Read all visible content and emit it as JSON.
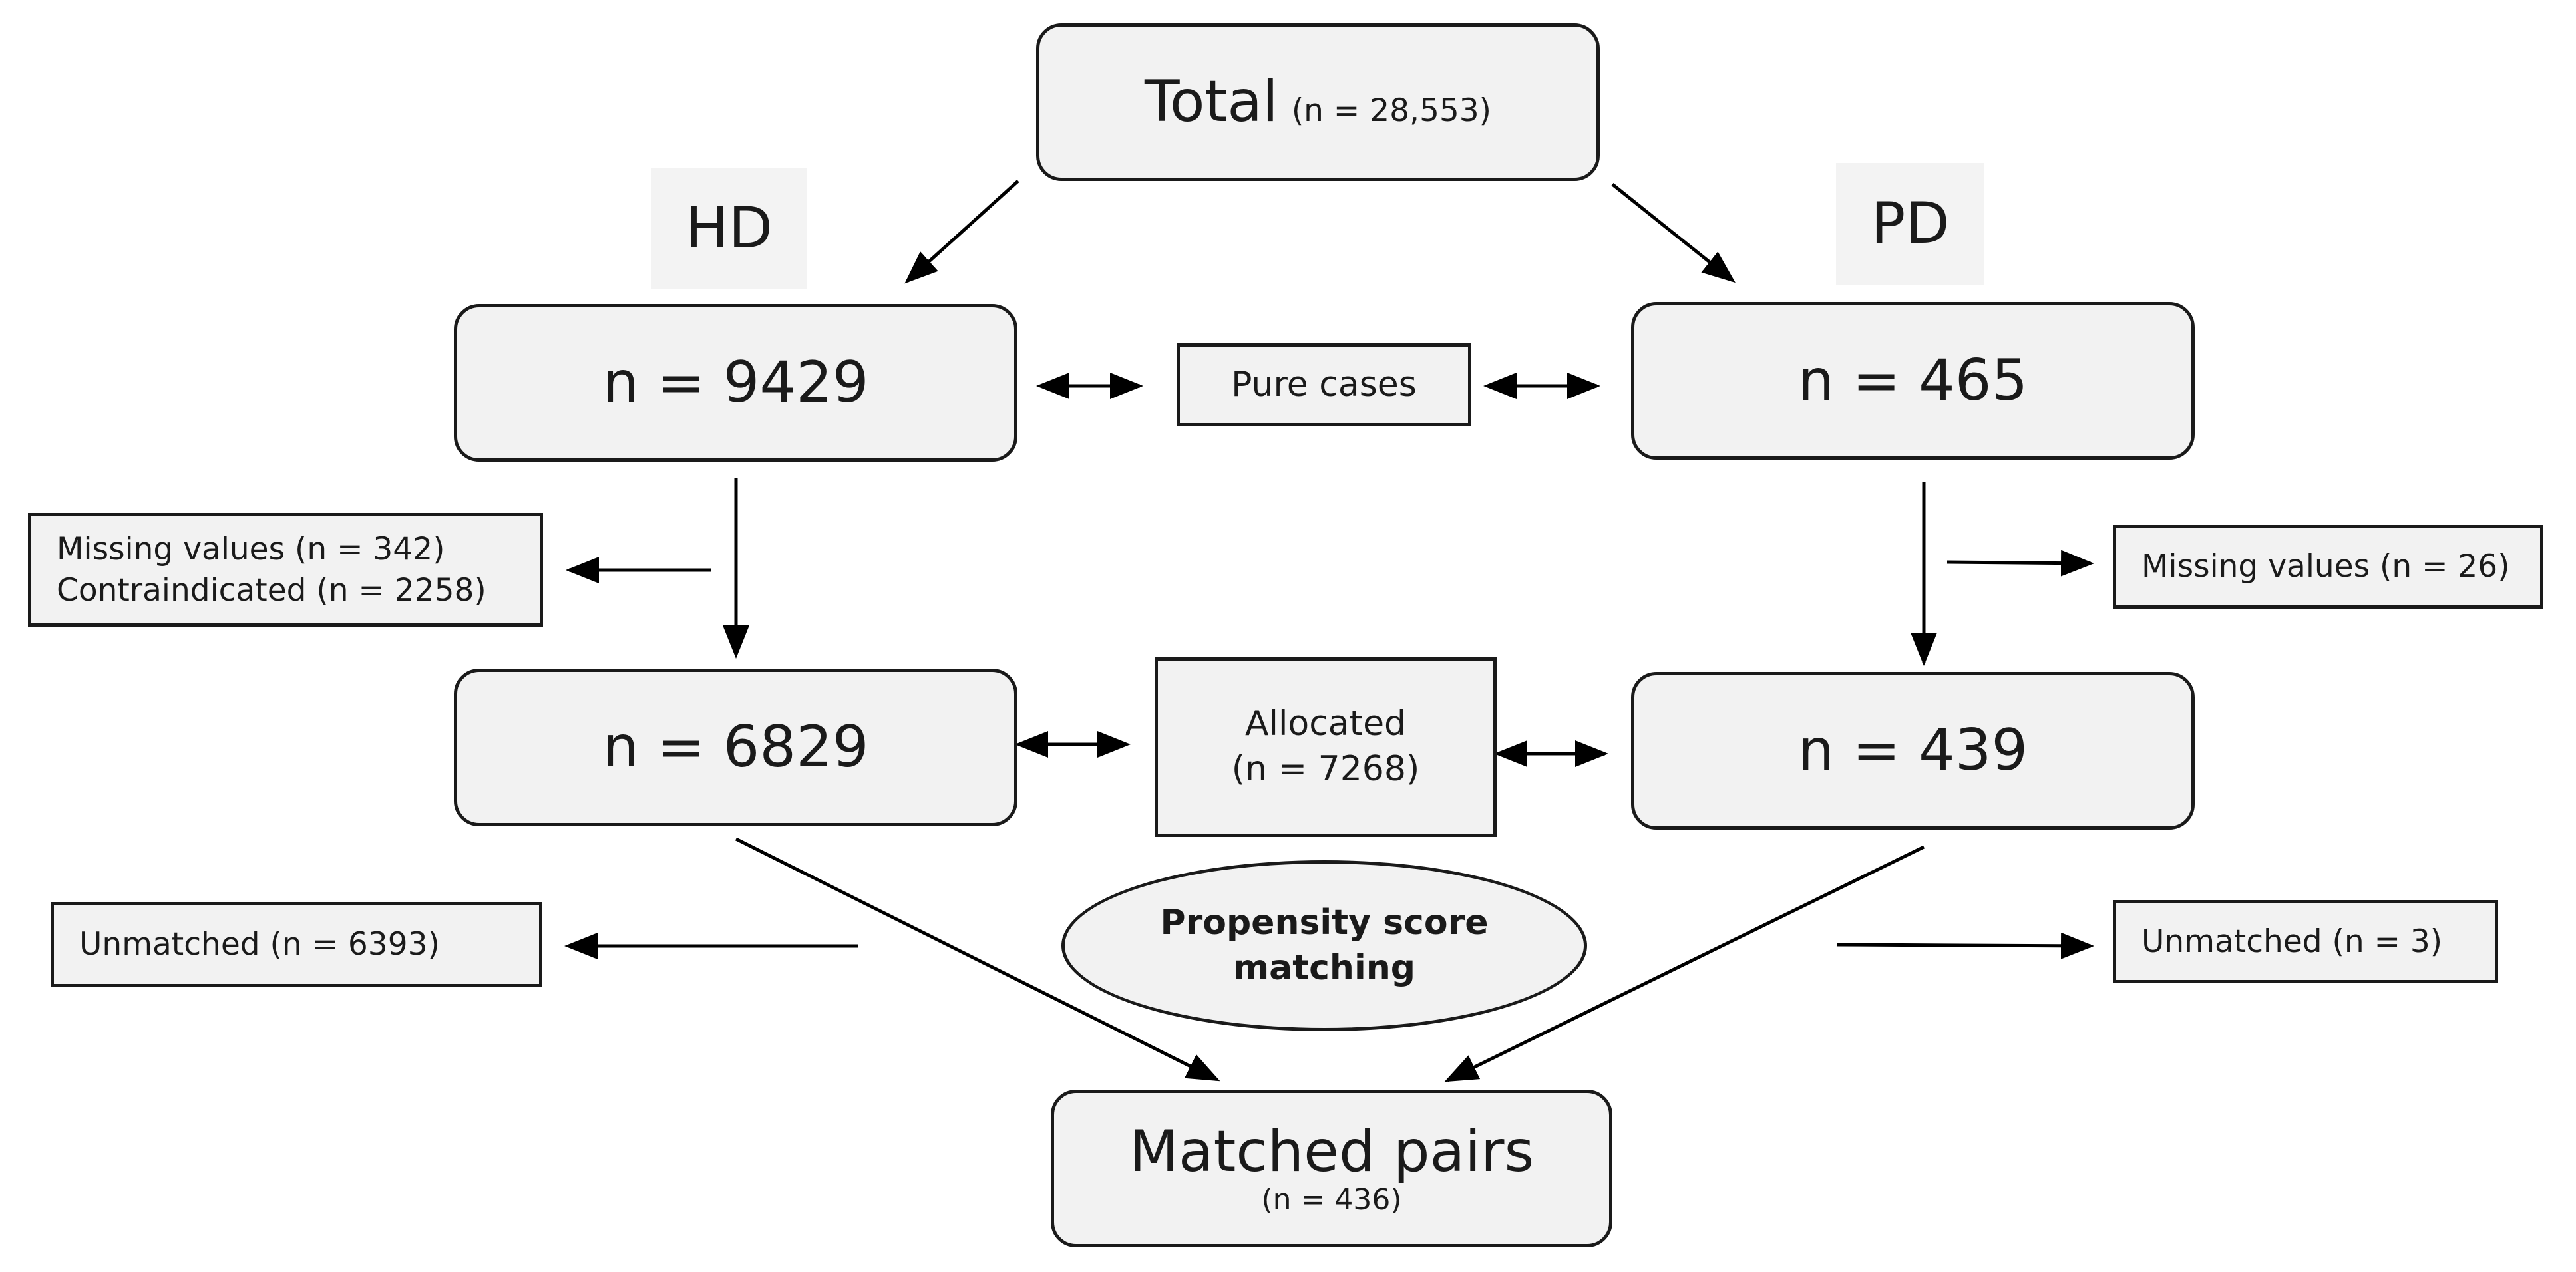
{
  "total": {
    "title": "Total",
    "count": "(n = 28,553)"
  },
  "groups": {
    "hd": {
      "label": "HD",
      "initial": "n = 9429",
      "after_exclusion": "n = 6829",
      "excluded": [
        "Missing values (n = 342)",
        "Contraindicated (n = 2258)"
      ],
      "unmatched": "Unmatched (n = 6393)"
    },
    "pd": {
      "label": "PD",
      "initial": "n = 465",
      "after_exclusion": "n = 439",
      "excluded": [
        "Missing values (n = 26)"
      ],
      "unmatched": "Unmatched (n = 3)"
    }
  },
  "pure_cases": "Pure cases",
  "allocated": {
    "title": "Allocated",
    "count": "(n = 7268)"
  },
  "matching": "Propensity score matching",
  "matched": {
    "title": "Matched pairs",
    "count": "(n = 436)"
  }
}
